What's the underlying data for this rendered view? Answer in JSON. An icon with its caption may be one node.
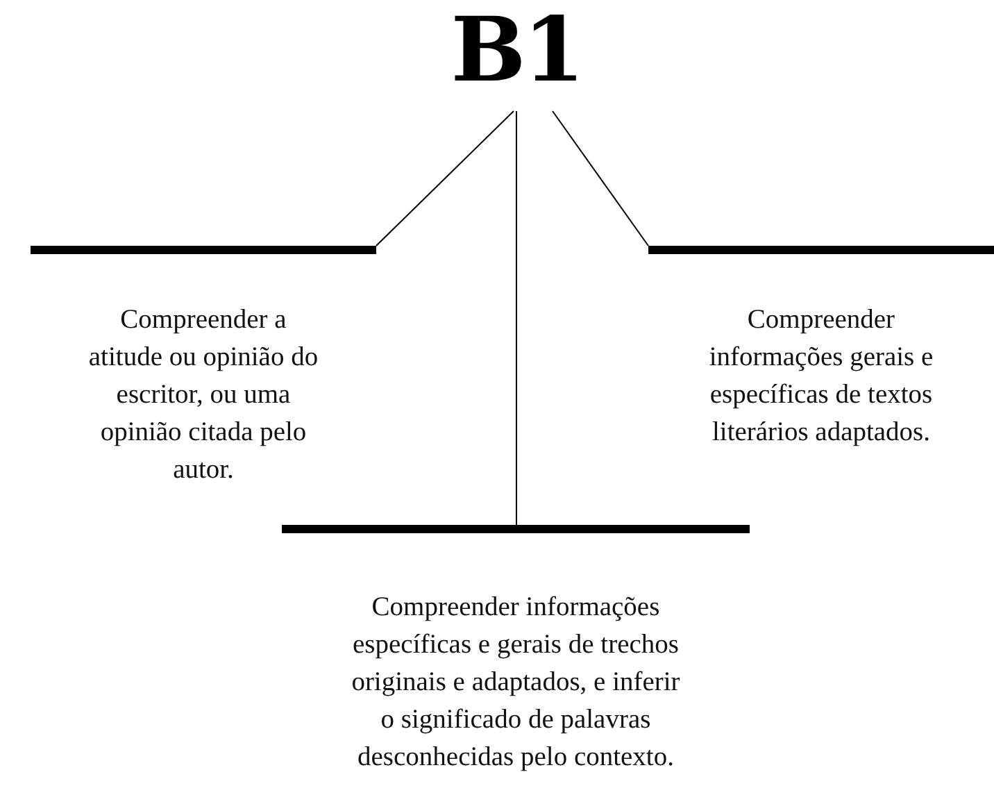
{
  "diagram": {
    "nodes": [
      {
        "text": [
          "B1"
        ]
      },
      {
        "text": [
          "Compreender a atitude ou opinião do escritor, ou uma opinião citada pelo autor."
        ]
      },
      {
        "text": [
          "Compreender informações gerais e específicas de textos literários adaptados."
        ]
      },
      {
        "text": [
          "Compreender informações específicas e gerais de trechos originais e adaptados, e inferir o significado de palavras desconhecidas pelo contexto."
        ]
      }
    ],
    "edges": [
      {
        "from": 0,
        "to": 1,
        "arrow": "none"
      },
      {
        "from": 0,
        "to": 3,
        "arrow": "none"
      },
      {
        "from": 0,
        "to": 2,
        "arrow": "none"
      }
    ]
  }
}
